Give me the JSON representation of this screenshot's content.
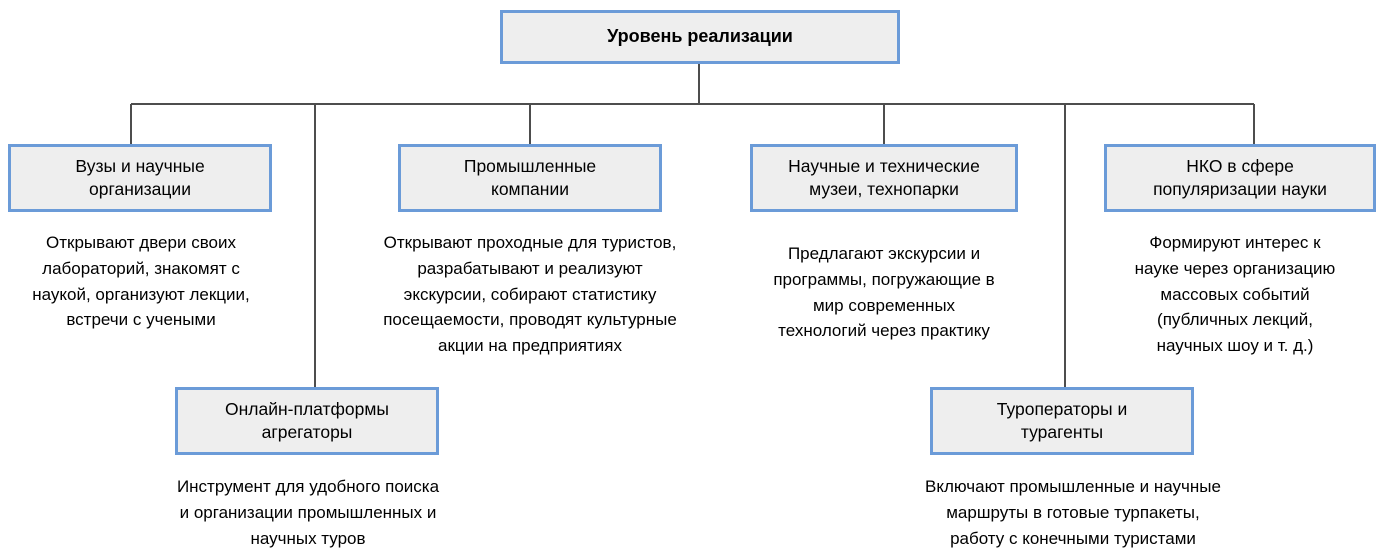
{
  "diagram": {
    "title": "Уровень реализации",
    "root": {
      "label": "Уровень реализации"
    },
    "branches": [
      {
        "id": "universities",
        "label": "Вузы и научные\nорганизации",
        "caption": "Открывают двери своих\nлабораторий, знакомят с\nнаукой, организуют лекции,\nвстречи с учеными"
      },
      {
        "id": "industrial-companies",
        "label": "Промышленные\nкомпании",
        "caption": "Открывают проходные для туристов,\nразрабатывают и реализуют\nэкскурсии, собирают статистику\nпосещаемости, проводят культурные\nакции на предприятиях"
      },
      {
        "id": "museums-technoparks",
        "label": "Научные и технические\nмузеи, технопарки",
        "caption": "Предлагают экскурсии и\nпрограммы, погружающие в\nмир современных\nтехнологий через практику"
      },
      {
        "id": "nko-popularization",
        "label": "НКО в сфере\nпопуляризации науки",
        "caption": "Формируют интерес к\nнауке через организацию\nмассовых событий\n(публичных лекций,\nнаучных шоу и т. д.)"
      }
    ],
    "sub_branches": [
      {
        "id": "online-platforms",
        "label": "Онлайн-платформы\nагрегаторы",
        "caption": "Инструмент для удобного поиска\nи организации промышленных и\nнаучных туров"
      },
      {
        "id": "tour-operators",
        "label": "Туроператоры и\nтурагенты",
        "caption": "Включают промышленные и научные\nмаршруты в готовые турпакеты,\nработу с конечными туристами"
      }
    ],
    "colors": {
      "node_border": "#6b9bd8",
      "node_fill": "#eeeeee",
      "connector": "#4d4d4d",
      "text": "#000000",
      "background": "#ffffff"
    }
  }
}
